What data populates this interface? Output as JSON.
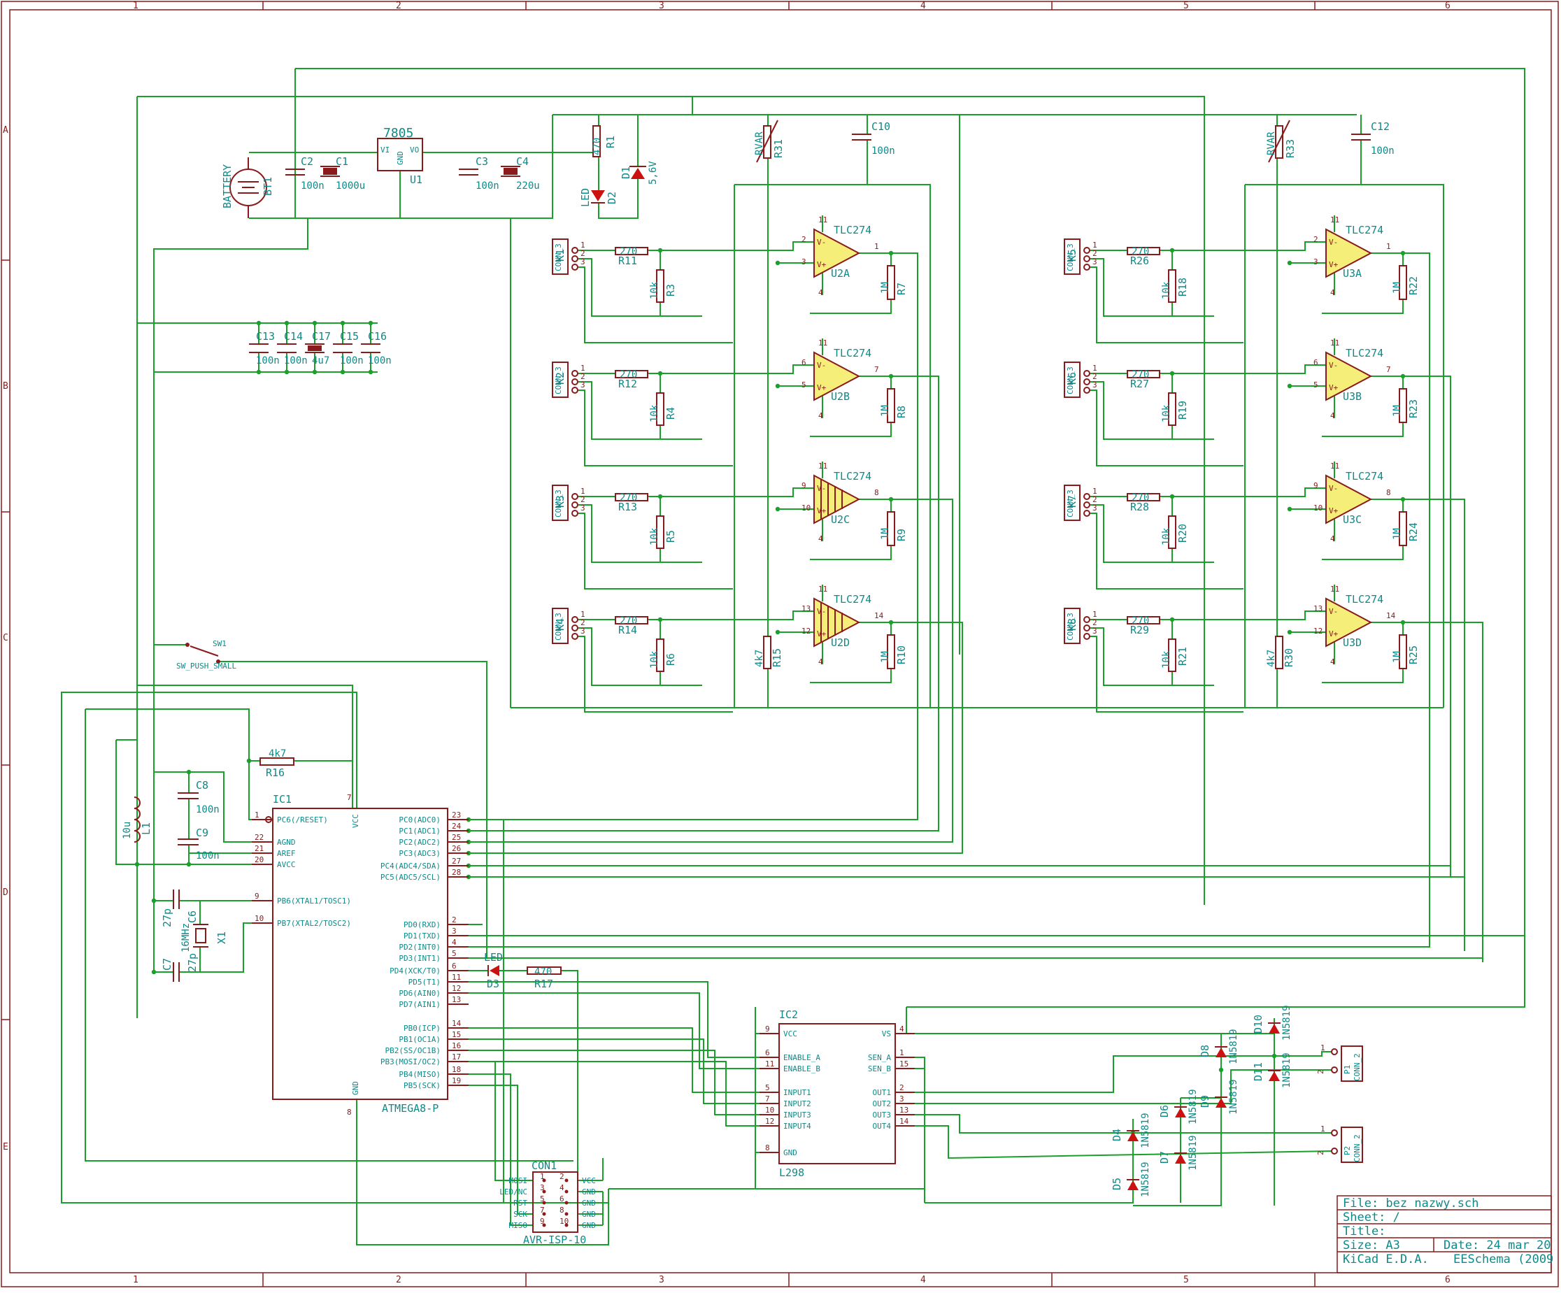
{
  "sheet": {
    "title_block": {
      "file": "File: bez_nazwy.sch",
      "sheet": "Sheet: /",
      "title": "Title:",
      "size": "Size: A3",
      "date": "Date: 24 mar 20",
      "kicad": "KiCad E.D.A.",
      "eeschema": "EESchema (2009"
    },
    "zones_cols": [
      "1",
      "2",
      "3",
      "4",
      "5",
      "6"
    ],
    "zones_rows": [
      "A",
      "B",
      "C",
      "D",
      "E"
    ]
  },
  "power": {
    "battery": {
      "ref": "BT1",
      "label": "BATTERY"
    },
    "c2": {
      "ref": "C2",
      "value": "100n"
    },
    "c1": {
      "ref": "C1",
      "value": "1000u"
    },
    "reg": {
      "ref": "U1",
      "part": "7805",
      "vi": "VI",
      "vo": "VO",
      "gnd": "GND"
    },
    "c3": {
      "ref": "C3",
      "value": "100n"
    },
    "c4": {
      "ref": "C4",
      "value": "220u"
    },
    "r1": {
      "ref": "R1",
      "value": "470"
    },
    "d2": {
      "ref": "D2",
      "value": "LED"
    },
    "d1": {
      "ref": "D1",
      "value": "5,6V"
    }
  },
  "decoupling": [
    {
      "ref": "C13",
      "value": "100n"
    },
    {
      "ref": "C14",
      "value": "100n"
    },
    {
      "ref": "C17",
      "value": "4u7"
    },
    {
      "ref": "C15",
      "value": "100n"
    },
    {
      "ref": "C16",
      "value": "100n"
    }
  ],
  "trim_left": {
    "ref": "R31",
    "value": "RVAR",
    "c_ref": "C10",
    "c_val": "100n",
    "r_ref": "R15",
    "r_val": "4k7"
  },
  "trim_right": {
    "ref": "R33",
    "value": "RVAR",
    "c_ref": "C12",
    "c_val": "100n",
    "r_ref": "R30",
    "r_val": "4k7"
  },
  "channels_left": [
    {
      "k": "K1",
      "conn": "CONN_3",
      "rin": "R11",
      "rin_v": "270",
      "rp": "R3",
      "rp_v": "10k",
      "rf": "R7",
      "rf_v": "1M",
      "op": "U2A",
      "opv": "TLC274",
      "p_neg": "2",
      "p_pos": "3",
      "p_out": "1"
    },
    {
      "k": "K2",
      "conn": "CONN_3",
      "rin": "R12",
      "rin_v": "270",
      "rp": "R4",
      "rp_v": "10k",
      "rf": "R8",
      "rf_v": "1M",
      "op": "U2B",
      "opv": "TLC274",
      "p_neg": "6",
      "p_pos": "5",
      "p_out": "7"
    },
    {
      "k": "K3",
      "conn": "CONN_3",
      "rin": "R13",
      "rin_v": "270",
      "rp": "R5",
      "rp_v": "10k",
      "rf": "R9",
      "rf_v": "1M",
      "op": "U2C",
      "opv": "TLC274",
      "p_neg": "9",
      "p_pos": "10",
      "p_out": "8"
    },
    {
      "k": "K4",
      "conn": "CONN_3",
      "rin": "R14",
      "rin_v": "270",
      "rp": "R6",
      "rp_v": "10k",
      "rf": "R10",
      "rf_v": "1M",
      "op": "U2D",
      "opv": "TLC274",
      "p_neg": "13",
      "p_pos": "12",
      "p_out": "14"
    }
  ],
  "channels_right": [
    {
      "k": "K5",
      "conn": "CONN_3",
      "rin": "R26",
      "rin_v": "270",
      "rp": "R18",
      "rp_v": "10k",
      "rf": "R22",
      "rf_v": "1M",
      "op": "U3A",
      "opv": "TLC274",
      "p_neg": "2",
      "p_pos": "3",
      "p_out": "1"
    },
    {
      "k": "K6",
      "conn": "CONN_3",
      "rin": "R27",
      "rin_v": "270",
      "rp": "R19",
      "rp_v": "10k",
      "rf": "R23",
      "rf_v": "1M",
      "op": "U3B",
      "opv": "TLC274",
      "p_neg": "6",
      "p_pos": "5",
      "p_out": "7"
    },
    {
      "k": "K7",
      "conn": "CONN_3",
      "rin": "R28",
      "rin_v": "270",
      "rp": "R20",
      "rp_v": "10k",
      "rf": "R24",
      "rf_v": "1M",
      "op": "U3C",
      "opv": "TLC274",
      "p_neg": "9",
      "p_pos": "10",
      "p_out": "8"
    },
    {
      "k": "K8",
      "conn": "CONN_3",
      "rin": "R29",
      "rin_v": "270",
      "rp": "R21",
      "rp_v": "10k",
      "rf": "R25",
      "rf_v": "1M",
      "op": "U3D",
      "opv": "TLC274",
      "p_neg": "13",
      "p_pos": "12",
      "p_out": "14"
    }
  ],
  "switch": {
    "ref": "SW1",
    "label": "SW_PUSH_SMALL"
  },
  "mcu": {
    "ref": "IC1",
    "part": "ATMEGA8-P",
    "vcc": "VCC",
    "gnd": "GND",
    "left_pins": [
      {
        "num": "1",
        "name": "PC6(/RESET)"
      },
      {
        "num": "22",
        "name": "AGND"
      },
      {
        "num": "21",
        "name": "AREF"
      },
      {
        "num": "20",
        "name": "AVCC"
      },
      {
        "num": "9",
        "name": "PB6(XTAL1/TOSC1)"
      },
      {
        "num": "10",
        "name": "PB7(XTAL2/TOSC2)"
      }
    ],
    "right_pins": [
      {
        "num": "23",
        "name": "PC0(ADC0)"
      },
      {
        "num": "24",
        "name": "PC1(ADC1)"
      },
      {
        "num": "25",
        "name": "PC2(ADC2)"
      },
      {
        "num": "26",
        "name": "PC3(ADC3)"
      },
      {
        "num": "27",
        "name": "PC4(ADC4/SDA)"
      },
      {
        "num": "28",
        "name": "PC5(ADC5/SCL)"
      },
      {
        "num": "2",
        "name": "PD0(RXD)"
      },
      {
        "num": "3",
        "name": "PD1(TXD)"
      },
      {
        "num": "4",
        "name": "PD2(INT0)"
      },
      {
        "num": "5",
        "name": "PD3(INT1)"
      },
      {
        "num": "6",
        "name": "PD4(XCK/T0)"
      },
      {
        "num": "11",
        "name": "PD5(T1)"
      },
      {
        "num": "12",
        "name": "PD6(AIN0)"
      },
      {
        "num": "13",
        "name": "PD7(AIN1)"
      },
      {
        "num": "14",
        "name": "PB0(ICP)"
      },
      {
        "num": "15",
        "name": "PB1(OC1A)"
      },
      {
        "num": "16",
        "name": "PB2(SS/OC1B)"
      },
      {
        "num": "17",
        "name": "PB3(MOSI/OC2)"
      },
      {
        "num": "18",
        "name": "PB4(MISO)"
      },
      {
        "num": "19",
        "name": "PB5(SCK)"
      }
    ],
    "vcc_pin": "7",
    "gnd_pin": "8"
  },
  "r16": {
    "ref": "R16",
    "value": "4k7"
  },
  "c8": {
    "ref": "C8",
    "value": "100n"
  },
  "c9": {
    "ref": "C9",
    "value": "100n"
  },
  "l1": {
    "ref": "L1",
    "value": "10u"
  },
  "c6": {
    "ref": "C6",
    "value": "27p"
  },
  "c7": {
    "ref": "C7",
    "value": "27p"
  },
  "x1": {
    "ref": "X1",
    "value": "16MHz"
  },
  "d3": {
    "ref": "D3",
    "value": "LED"
  },
  "r17": {
    "ref": "R17",
    "value": "470"
  },
  "driver": {
    "ref": "IC2",
    "part": "L298",
    "left_pins": [
      {
        "num": "9",
        "name": "VCC"
      },
      {
        "num": "6",
        "name": "ENABLE_A"
      },
      {
        "num": "11",
        "name": "ENABLE_B"
      },
      {
        "num": "5",
        "name": "INPUT1"
      },
      {
        "num": "7",
        "name": "INPUT2"
      },
      {
        "num": "10",
        "name": "INPUT3"
      },
      {
        "num": "12",
        "name": "INPUT4"
      },
      {
        "num": "8",
        "name": "GND"
      }
    ],
    "right_pins": [
      {
        "num": "4",
        "name": "VS"
      },
      {
        "num": "1",
        "name": "SEN_A"
      },
      {
        "num": "15",
        "name": "SEN_B"
      },
      {
        "num": "2",
        "name": "OUT1"
      },
      {
        "num": "3",
        "name": "OUT2"
      },
      {
        "num": "13",
        "name": "OUT3"
      },
      {
        "num": "14",
        "name": "OUT4"
      }
    ]
  },
  "isp": {
    "ref": "CON1",
    "part": "AVR-ISP-10",
    "left_labels": [
      "MOSI",
      "LED/NC",
      "RST",
      "SCK",
      "MISO"
    ],
    "right_labels": [
      "VCC",
      "GND",
      "GND",
      "GND",
      "GND"
    ],
    "pins_l": [
      "1",
      "3",
      "5",
      "7",
      "9"
    ],
    "pins_r": [
      "2",
      "4",
      "6",
      "8",
      "10"
    ]
  },
  "diodes": [
    {
      "ref": "D4",
      "value": "1N5819"
    },
    {
      "ref": "D5",
      "value": "1N5819"
    },
    {
      "ref": "D6",
      "value": "1N5819"
    },
    {
      "ref": "D7",
      "value": "1N5819"
    },
    {
      "ref": "D8",
      "value": "1N5819"
    },
    {
      "ref": "D9",
      "value": "1N5819"
    },
    {
      "ref": "D10",
      "value": "1N5819"
    },
    {
      "ref": "D11",
      "value": "1N5819"
    }
  ],
  "p1": {
    "ref": "P1",
    "value": "CONN_2"
  },
  "p2": {
    "ref": "P2",
    "value": "CONN_2"
  }
}
